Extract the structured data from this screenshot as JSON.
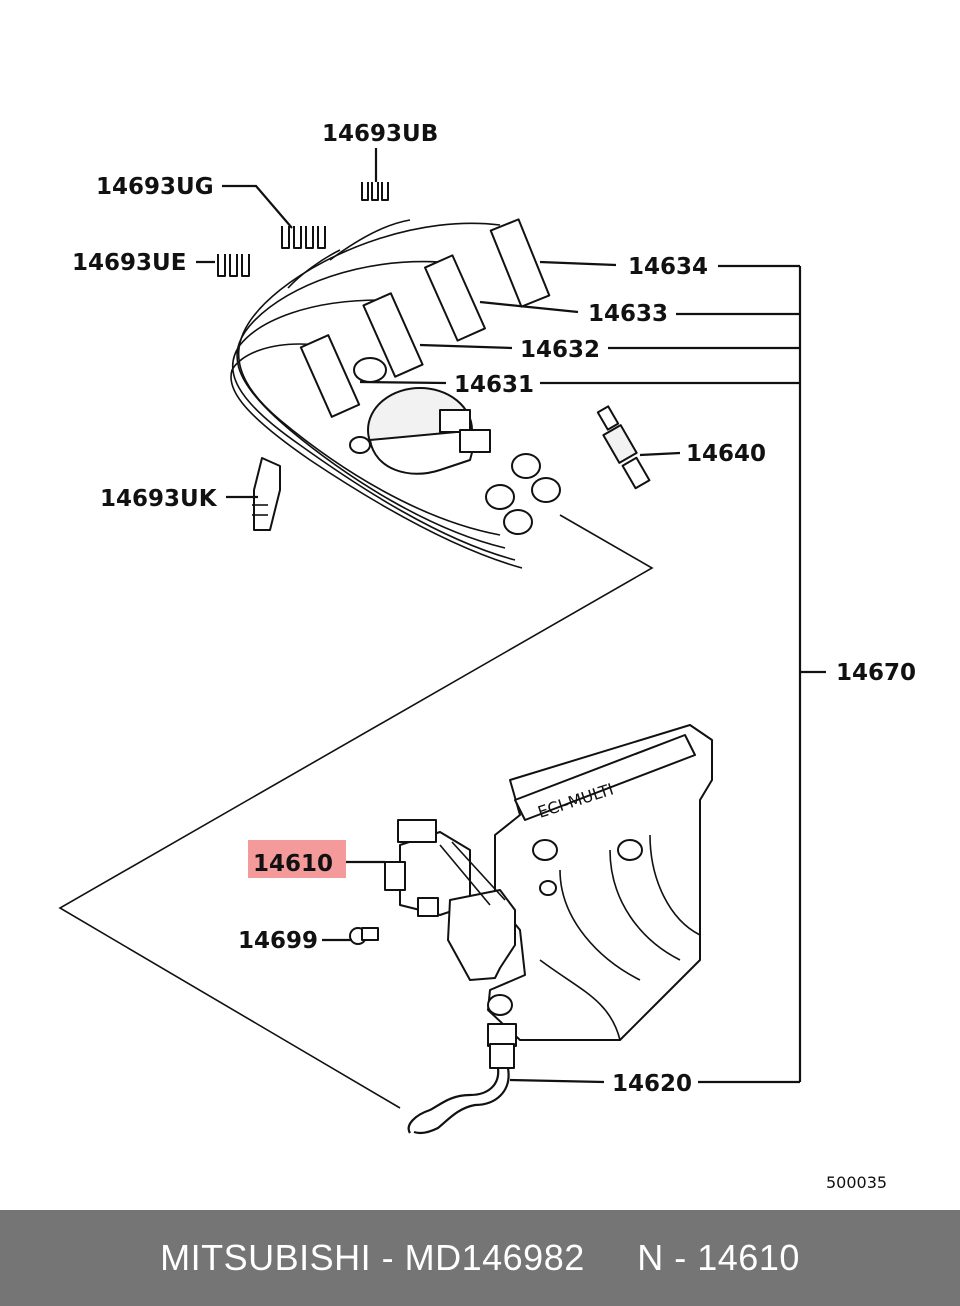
{
  "diagram": {
    "labels": {
      "p14693ub": "14693UB",
      "p14693ug": "14693UG",
      "p14693ue": "14693UE",
      "p14634": "14634",
      "p14633": "14633",
      "p14632": "14632",
      "p14631": "14631",
      "p14640": "14640",
      "p14693uk": "14693UK",
      "p14670": "14670",
      "p14610": "14610",
      "p14699": "14699",
      "p14620": "14620"
    },
    "highlighted_part": "14610",
    "highlight_color": "#f49a9a",
    "manifold_marking": "ECI-MULTI",
    "drawing_code": "500035"
  },
  "footer": {
    "brand": "MITSUBISHI",
    "separator": " - ",
    "part_number": "MD146982",
    "position_label": "N - 14610"
  }
}
